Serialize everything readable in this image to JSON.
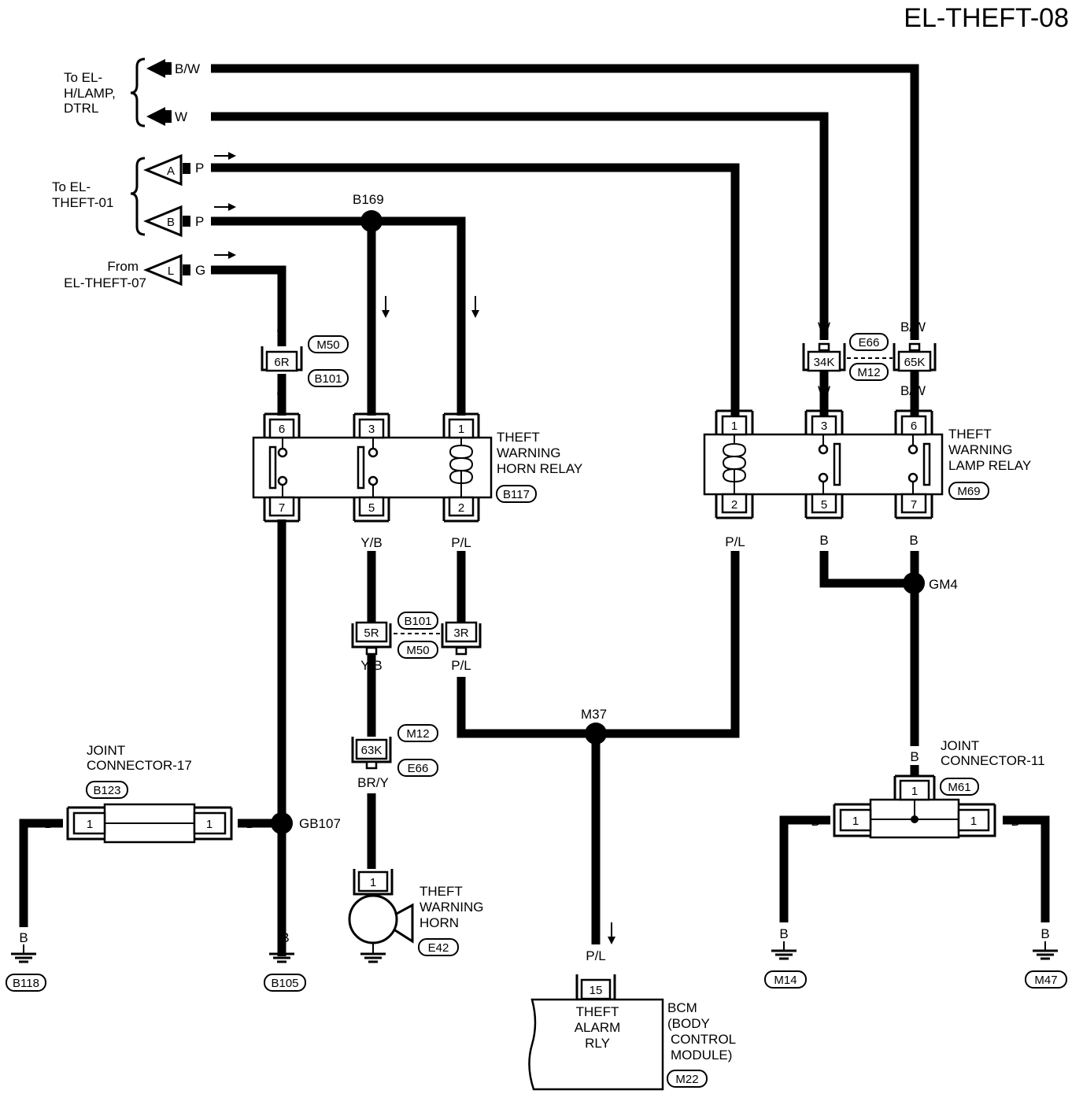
{
  "title": "EL-THEFT-08",
  "refs": {
    "to_hlamp": [
      "To EL-",
      "H/LAMP,",
      "DTRL"
    ],
    "to_theft01": [
      "To EL-",
      "THEFT-01"
    ],
    "from_theft07": [
      "From",
      "EL-THEFT-07"
    ],
    "tag_a": "A",
    "tag_b": "B",
    "tag_l": "L"
  },
  "wire_colors": {
    "bw": "B/W",
    "w": "W",
    "p": "P",
    "g": "G",
    "b": "B",
    "yb": "Y/B",
    "pl": "P/L",
    "bry": "BR/Y"
  },
  "junctions": {
    "b169": "B169",
    "m37": "M37",
    "gm4": "GM4",
    "gb107": "GB107"
  },
  "connectors": {
    "m50": "M50",
    "b101": "B101",
    "c6r": "6R",
    "c5r": "5R",
    "c3r": "3R",
    "e66": "E66",
    "m12": "M12",
    "c34k": "34K",
    "c65k": "65K",
    "c63k": "63K",
    "b117": "B117",
    "m69": "M69",
    "b123": "B123",
    "m61": "M61",
    "e42": "E42",
    "m22": "M22",
    "b118": "B118",
    "b105": "B105",
    "m14": "M14",
    "m47": "M47"
  },
  "pins": [
    "1",
    "2",
    "3",
    "5",
    "6",
    "7",
    "15"
  ],
  "components": {
    "horn_relay": [
      "THEFT",
      "WARNING",
      "HORN RELAY"
    ],
    "lamp_relay": [
      "THEFT",
      "WARNING",
      "LAMP RELAY"
    ],
    "joint17": [
      "JOINT",
      "CONNECTOR-17"
    ],
    "joint11": [
      "JOINT",
      "CONNECTOR-11"
    ],
    "horn": [
      "THEFT",
      "WARNING",
      "HORN"
    ],
    "bcm_inner": [
      "THEFT",
      "ALARM",
      "RLY"
    ],
    "bcm": [
      "BCM",
      "(BODY",
      "CONTROL",
      "MODULE)"
    ]
  }
}
